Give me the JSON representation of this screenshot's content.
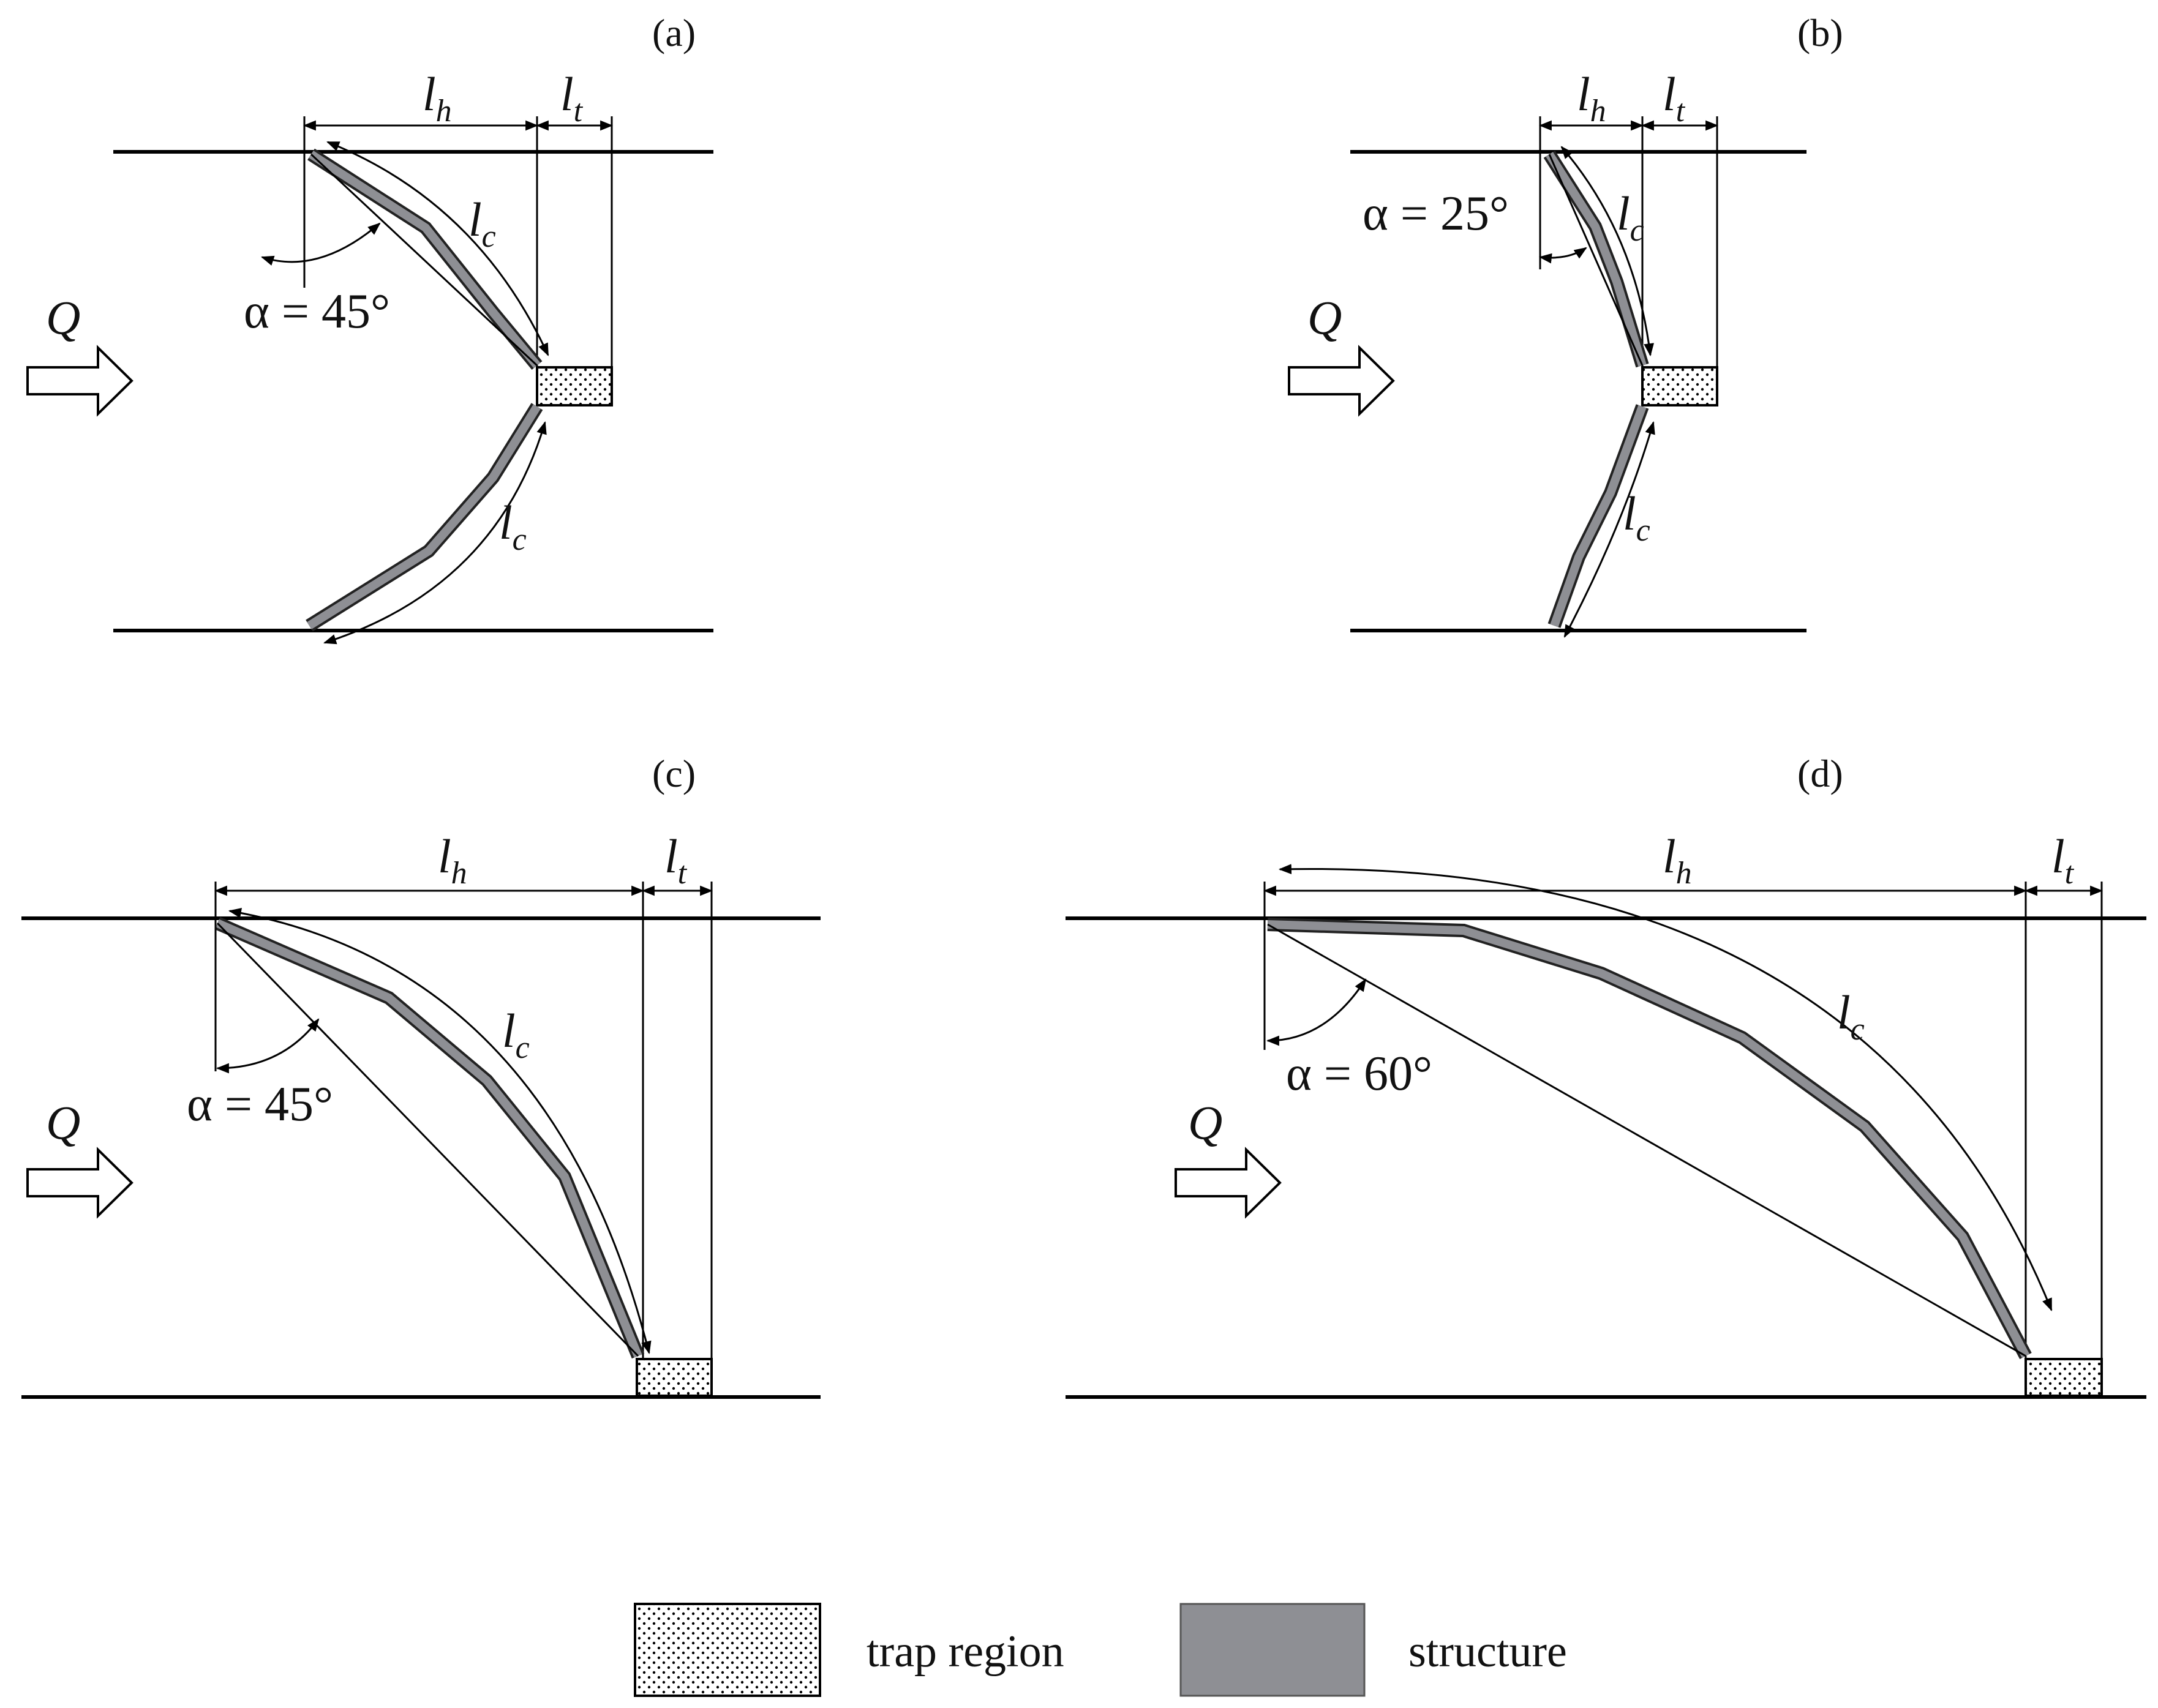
{
  "panels": [
    {
      "label": "(a)",
      "alpha": "α = 45°",
      "lh": "l",
      "lh_sub": "h",
      "lt": "l",
      "lt_sub": "t",
      "lc": "l",
      "lc_sub": "c",
      "flow": "Q"
    },
    {
      "label": "(b)",
      "alpha": "α = 25°",
      "lh": "l",
      "lh_sub": "h",
      "lt": "l",
      "lt_sub": "t",
      "lc": "l",
      "lc_sub": "c",
      "flow": "Q"
    },
    {
      "label": "(c)",
      "alpha": "α = 45°",
      "lh": "l",
      "lh_sub": "h",
      "lt": "l",
      "lt_sub": "t",
      "lc": "l",
      "lc_sub": "c",
      "flow": "Q"
    },
    {
      "label": "(d)",
      "alpha": "α = 60°",
      "lh": "l",
      "lh_sub": "h",
      "lt": "l",
      "lt_sub": "t",
      "lc": "l",
      "lc_sub": "c",
      "flow": "Q"
    }
  ],
  "legend": {
    "trap_region": "trap region",
    "structure": "structure"
  },
  "colors": {
    "structure_fill": "#8e8f94",
    "trap_dots": "#000000"
  }
}
